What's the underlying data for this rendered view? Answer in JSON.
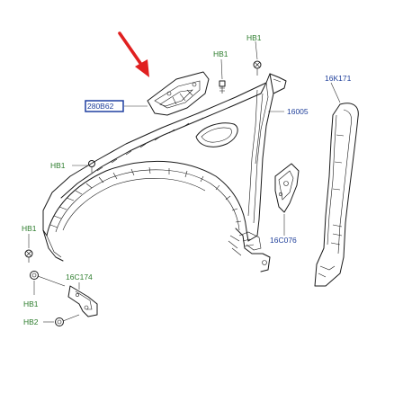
{
  "labels": {
    "hb1_top_right": "HB1",
    "hb1_top_mid": "HB1",
    "part_16k171": "16K171",
    "part_16005": "16005",
    "part_280b62": "280B62",
    "hb1_left": "HB1",
    "hb1_lower_left": "HB1",
    "part_16c076": "16C076",
    "part_16c174": "16C174",
    "hb1_bottom": "HB1",
    "hb2_bottom": "HB2"
  },
  "colors": {
    "label_green": "#2d7d2d",
    "label_blue": "#1f3f9a",
    "arrow_red": "#e02020",
    "highlight_box": "#1f3fa0",
    "line": "#1a1a1a"
  }
}
